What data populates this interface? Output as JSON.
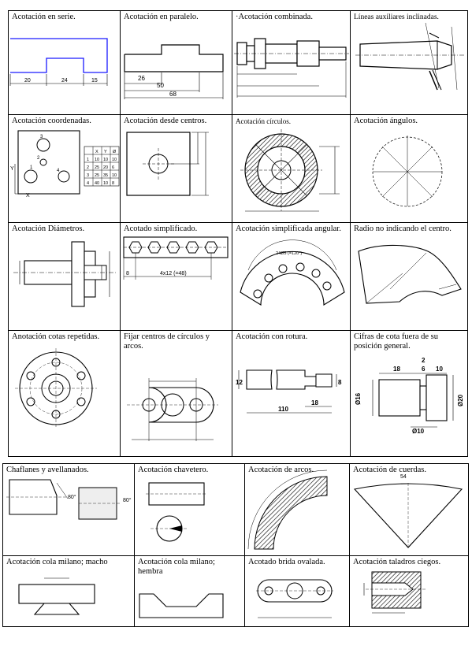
{
  "table1": {
    "rows": [
      [
        "Acotación en serie.",
        "Acotación en paralelo.",
        "·Acotación combinada.",
        "Líneas auxiliares inclinadas."
      ],
      [
        "Acotación coordenadas.",
        "Acotación desde centros.",
        "Acotación círculos.",
        "Acotación ángulos."
      ],
      [
        "Acotación Diámetros.",
        "Acotado simplificado.",
        "Acotación simplificada angular.",
        "Radio no indicando el centro."
      ],
      [
        "Anotación cotas repetidas.",
        "Fijar centros de círculos y arcos.",
        "Acotación con rotura.",
        "Cifras de cota fuera de su posición general."
      ]
    ]
  },
  "table2": {
    "rows": [
      [
        "Chaflanes y avellanados.",
        "Acotación chavetero.",
        "Acotación de arcos.",
        "Acotación de cuerdas."
      ],
      [
        "Acotación cola milano; macho",
        "Acotación cola milano; hembra",
        "Acotado brida ovalada.",
        "Acotación taladros ciegos."
      ]
    ]
  },
  "dims": {
    "serie": [
      "20",
      "24",
      "15"
    ],
    "paralelo": [
      "26",
      "50",
      "68"
    ],
    "coord_headers": [
      "X",
      "Y",
      "Ø"
    ],
    "coord_rows": [
      [
        "1",
        "10",
        "10",
        "10"
      ],
      [
        "2",
        "25",
        "20",
        "6"
      ],
      [
        "3",
        "25",
        "35",
        "10"
      ],
      [
        "4",
        "40",
        "10",
        "8"
      ]
    ],
    "coord_labels": [
      "1",
      "2",
      "3",
      "4",
      "Y",
      "X"
    ],
    "simplificado": [
      "8",
      "4x12 (=48)"
    ],
    "rotura": [
      "12",
      "8",
      "110",
      "18"
    ],
    "cifras": [
      "18",
      "2",
      "6",
      "10",
      "Ø16",
      "Ø20",
      "Ø10"
    ],
    "angular": "24Ø5 (=120°)",
    "chaflan": "80°",
    "cuerdas": "54"
  }
}
